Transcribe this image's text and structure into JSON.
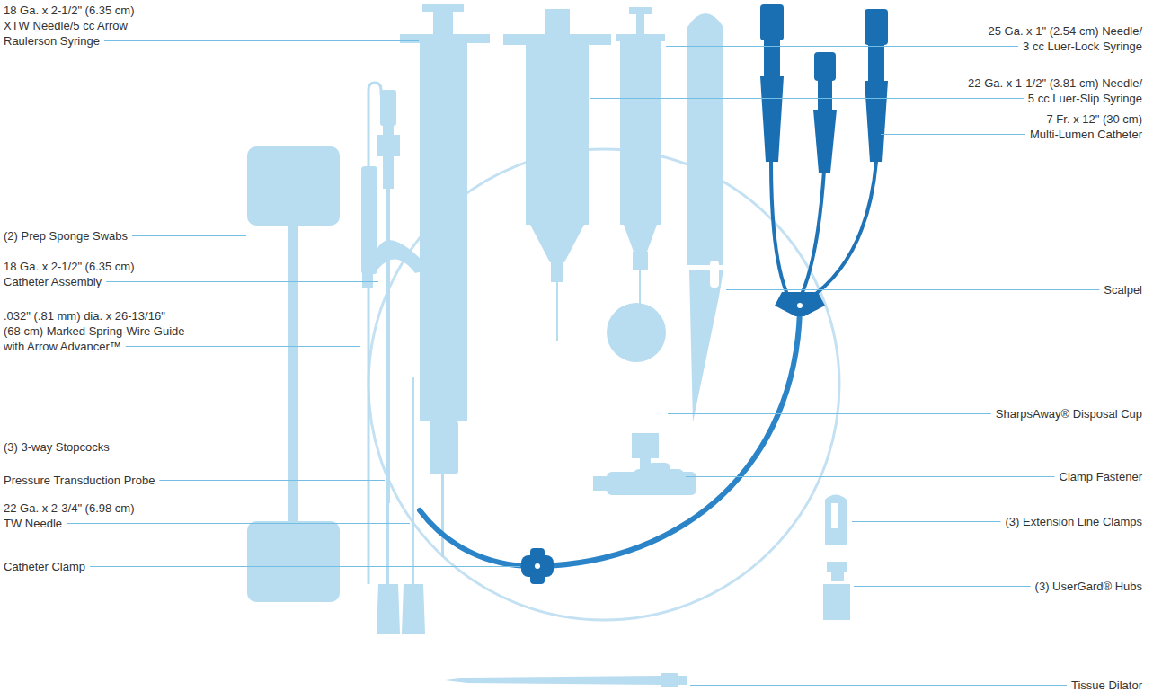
{
  "diagram": {
    "labels": [
      "18 Ga. x 2-1/2\" (6.35 cm) XTW Needle/5 cc Arrow Raulerson Syringe",
      "(2) Prep Sponge Swabs",
      "18 Ga. x 2-1/2\" (6.35 cm) Catheter Assembly",
      ".032\" (.81 mm) dia. x 26-13/16\" (68 cm) Marked Spring-Wire Guide with Arrow Advancer™",
      "(3) 3-way Stopcocks",
      "Pressure Transduction Probe",
      "22 Ga. x 2-3/4\" (6.98 cm) TW Needle",
      "Catheter Clamp",
      "25 Ga. x 1\" (2.54 cm) Needle/ 3 cc Luer-Lock Syringe",
      "22 Ga. x 1-1/2\" (3.81 cm) Needle/ 5 cc Luer-Slip Syringe",
      "7 Fr. x 12\" (30 cm) Multi-Lumen Catheter",
      "Scalpel",
      "SharpsAway® Disposal Cup",
      "Clamp Fastener",
      "(3) Extension Line Clamps",
      "(3) UserGard® Hubs",
      "Tissue Dilator"
    ]
  }
}
